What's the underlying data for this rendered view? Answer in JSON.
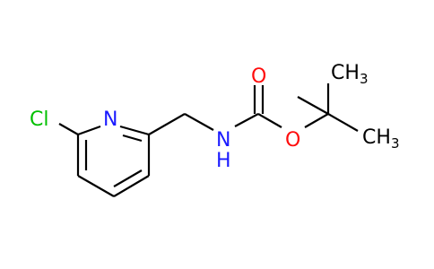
{
  "molecule": {
    "atoms": {
      "chlorine": "Cl",
      "pyridine_nitrogen": "N",
      "amide_nitrogen": "N",
      "amide_hydrogen": "H",
      "carbonyl_oxygen": "O",
      "ester_oxygen": "O",
      "methyl_top": "CH",
      "methyl_top_sub": "3",
      "methyl_right": "CH",
      "methyl_right_sub": "3"
    }
  },
  "colors": {
    "chlorine": "#00c000",
    "nitrogen": "#1a1aff",
    "oxygen": "#ff0d0d",
    "carbon": "#000000"
  }
}
